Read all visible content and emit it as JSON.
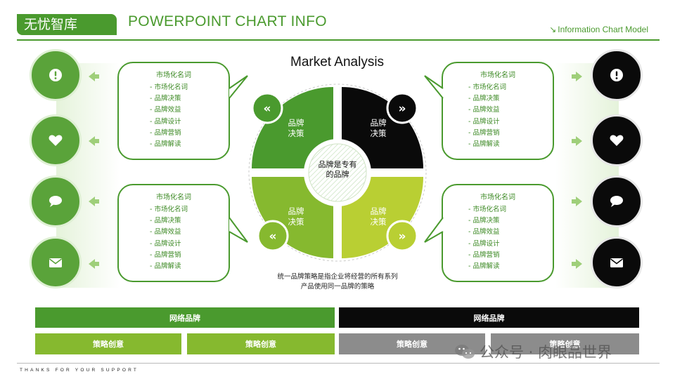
{
  "header": {
    "brand": "无忧智库",
    "title": "POWERPOINT CHART INFO",
    "subtitle": "Information Chart Model"
  },
  "center": {
    "title": "Market Analysis",
    "quad_tl": "品牌\n决策",
    "quad_tr": "品牌\n决策",
    "quad_bl": "品牌\n决策",
    "quad_br": "品牌\n决策",
    "hub": "品牌是专有的品牌",
    "description": "统一品牌策略是指企业将经营的所有系列产品使用同一品牌的策略"
  },
  "bubbles": [
    {
      "heading": "市场化名词",
      "items": [
        "市场化名词",
        "品牌决策",
        "品牌效益",
        "品牌设计",
        "品牌营销",
        "品牌解读"
      ]
    },
    {
      "heading": "市场化名词",
      "items": [
        "市场化名词",
        "品牌决策",
        "品牌效益",
        "品牌设计",
        "品牌营销",
        "品牌解读"
      ]
    },
    {
      "heading": "市场化名词",
      "items": [
        "市场化名词",
        "品牌决策",
        "品牌效益",
        "品牌设计",
        "品牌营销",
        "品牌解读"
      ]
    },
    {
      "heading": "市场化名词",
      "items": [
        "市场化名词",
        "品牌决策",
        "品牌效益",
        "品牌设计",
        "品牌营销",
        "品牌解读"
      ]
    }
  ],
  "icons_left": [
    "exclamation-icon",
    "heart-icon",
    "chat-icon",
    "mail-icon"
  ],
  "icons_right": [
    "exclamation-icon",
    "heart-icon",
    "chat-icon",
    "mail-icon"
  ],
  "bottom": {
    "left_main": "网络品牌",
    "right_main": "网络品牌",
    "subs": [
      "策略创意",
      "策略创意",
      "策略创意",
      "策略创意"
    ]
  },
  "footer": {
    "thanks": "THANKS FOR YOUR SUPPORT",
    "watermark": "公众号 · 肉眼品世界"
  },
  "colors": {
    "green": "#4a9a2e",
    "light_green": "#7cb532",
    "lime": "#a9c93a",
    "black": "#0a0a0a",
    "gray": "#8c8c8c"
  }
}
